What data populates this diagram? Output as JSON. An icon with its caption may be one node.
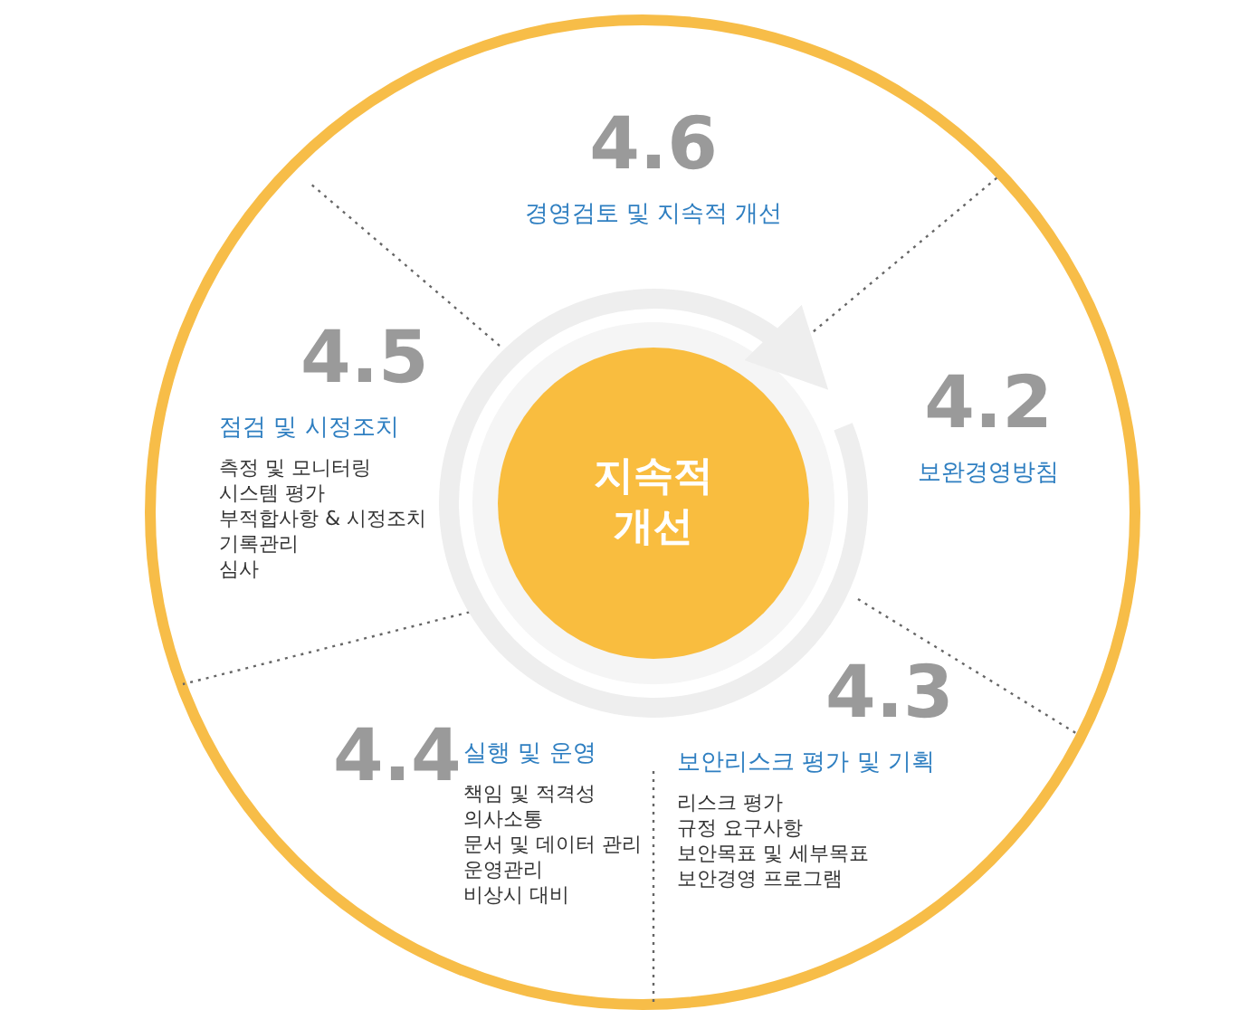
{
  "diagram": {
    "nodes": [
      {
        "text": [],
        "shape": "circle"
      },
      {
        "text": [
          "지속적 개선"
        ],
        "in": 0
      },
      {
        "text": [
          "4.6",
          "경영검토 및 지속적 개선"
        ],
        "in": 0
      },
      {
        "text": [
          "4.2",
          "보완경영방침"
        ],
        "in": 0
      },
      {
        "text": [
          "4.3",
          "보안리스크 평가 및 기획",
          "리스크 평가",
          "규정 요구사항",
          "보안목표 및 세부목표",
          "보안경영 프로그램"
        ],
        "in": 0
      },
      {
        "text": [
          "4.4",
          "실행 및 운영",
          "책임 및 적격성",
          "의사소통",
          "문서 및 데이터 관리",
          "운영관리",
          "비상시 대비"
        ],
        "in": 0
      },
      {
        "text": [
          "4.5",
          "점검 및 시정조치",
          "측정 및 모니터링",
          "시스템 평가",
          "부적합사항 & 시정조치",
          "기록관리",
          "심사"
        ],
        "in": 0
      }
    ],
    "edges": []
  }
}
